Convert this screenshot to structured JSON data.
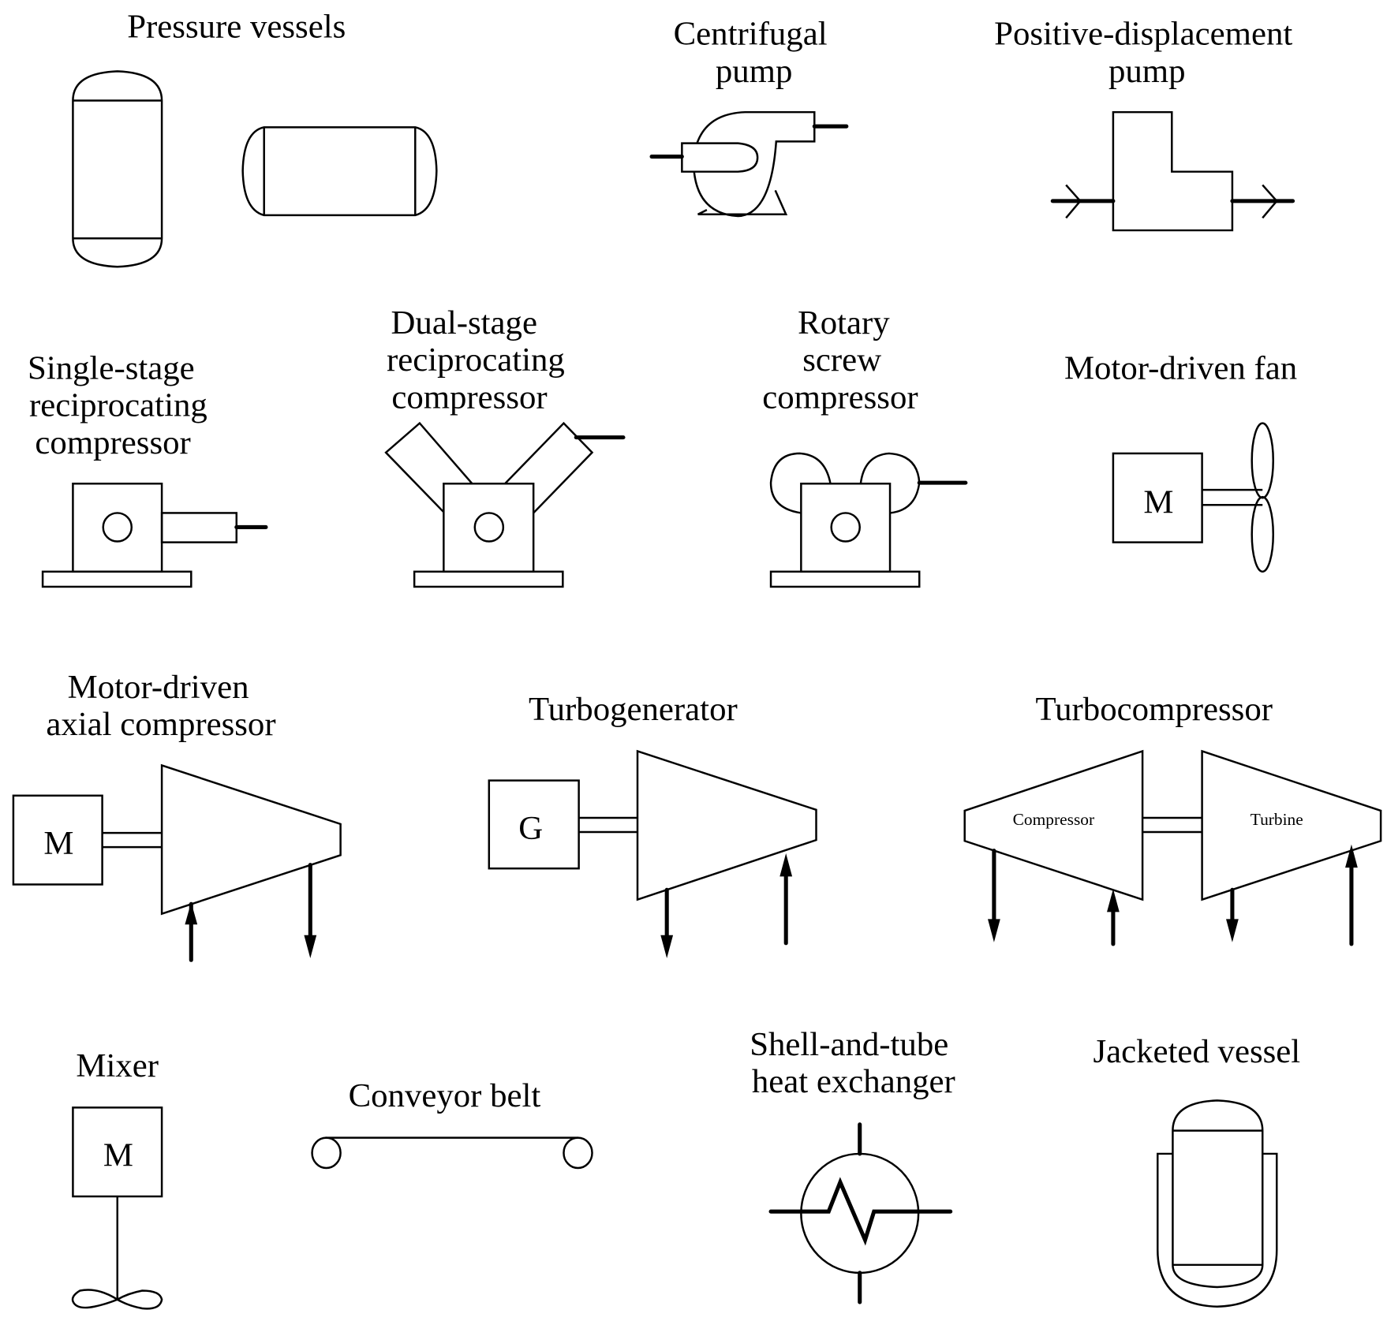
{
  "title": "Process equipment symbols",
  "symbols": {
    "pressure_vessels": {
      "label": [
        "Pressure vessels"
      ]
    },
    "centrifugal_pump": {
      "label": [
        "Centrifugal",
        "pump"
      ]
    },
    "positive_displacement_pump": {
      "label": [
        "Positive-displacement",
        "pump"
      ]
    },
    "single_stage_compressor": {
      "label": [
        "Single-stage",
        "reciprocating",
        "compressor"
      ]
    },
    "dual_stage_compressor": {
      "label": [
        "Dual-stage",
        "reciprocating",
        "compressor"
      ]
    },
    "rotary_screw_compressor": {
      "label": [
        "Rotary",
        "screw",
        "compressor"
      ]
    },
    "motor_driven_fan": {
      "label": [
        "Motor-driven fan"
      ],
      "motor_letter": "M"
    },
    "axial_compressor": {
      "label": [
        "Motor-driven",
        "axial compressor"
      ],
      "motor_letter": "M"
    },
    "turbogenerator": {
      "label": [
        "Turbogenerator"
      ],
      "generator_letter": "G"
    },
    "turbocompressor": {
      "label": [
        "Turbocompressor"
      ],
      "compressor_text": "Compressor",
      "turbine_text": "Turbine"
    },
    "mixer": {
      "label": [
        "Mixer"
      ],
      "motor_letter": "M"
    },
    "conveyor_belt": {
      "label": [
        "Conveyor belt"
      ]
    },
    "heat_exchanger": {
      "label": [
        "Shell-and-tube",
        "heat exchanger"
      ]
    },
    "jacketed_vessel": {
      "label": [
        "Jacketed vessel"
      ]
    }
  }
}
